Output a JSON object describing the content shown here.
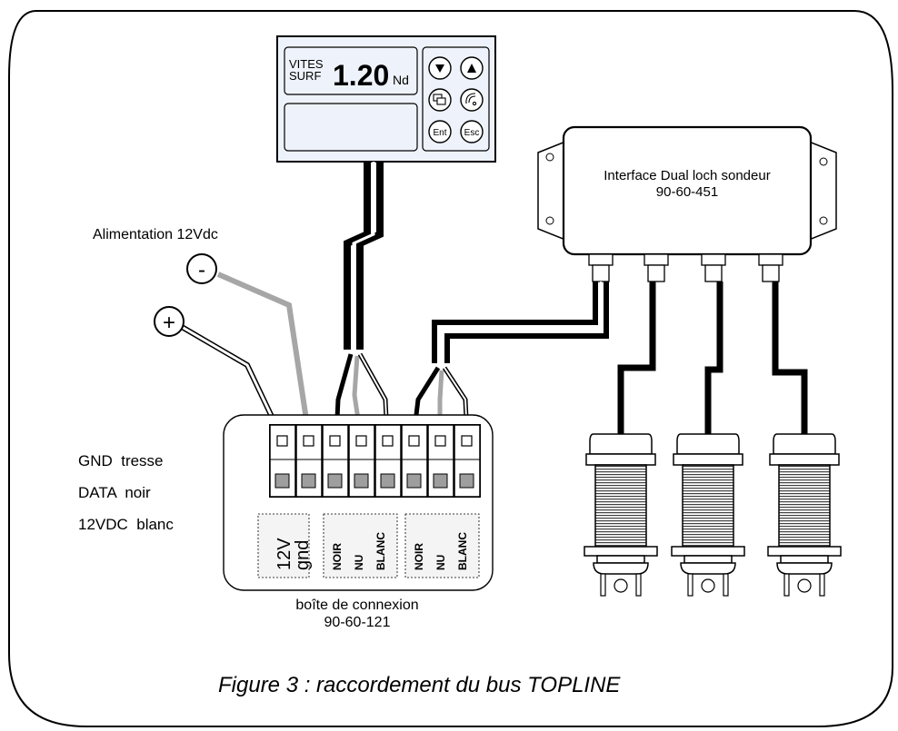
{
  "display": {
    "param_line1": "VITES",
    "param_line2": "SURF",
    "value": "1.20",
    "unit": "Nd",
    "btn_ent": "Ent",
    "btn_esc": "Esc"
  },
  "interface_box": {
    "title": "Interface Dual loch sondeur",
    "ref": "90-60-451"
  },
  "power": {
    "label": "Alimentation 12Vdc",
    "minus": "-",
    "plus": "+"
  },
  "legend": {
    "gnd": "GND  tresse",
    "data": "DATA  noir",
    "vdc": "12VDC  blanc"
  },
  "junction_box": {
    "name": "boîte de connexion",
    "ref": "90-60-121",
    "label_12v": "12V",
    "label_gnd": "gnd",
    "group1": [
      "NOIR",
      "NU",
      "BLANC"
    ],
    "group2": [
      "NOIR",
      "NU",
      "BLANC"
    ]
  },
  "caption": "Figure 3 : raccordement du bus TOPLINE",
  "colors": {
    "stroke": "#000000",
    "grey_wire": "#a6a6a6",
    "terminal_fill": "#9e9e9e",
    "panel_bg": "#f2f2f2"
  }
}
